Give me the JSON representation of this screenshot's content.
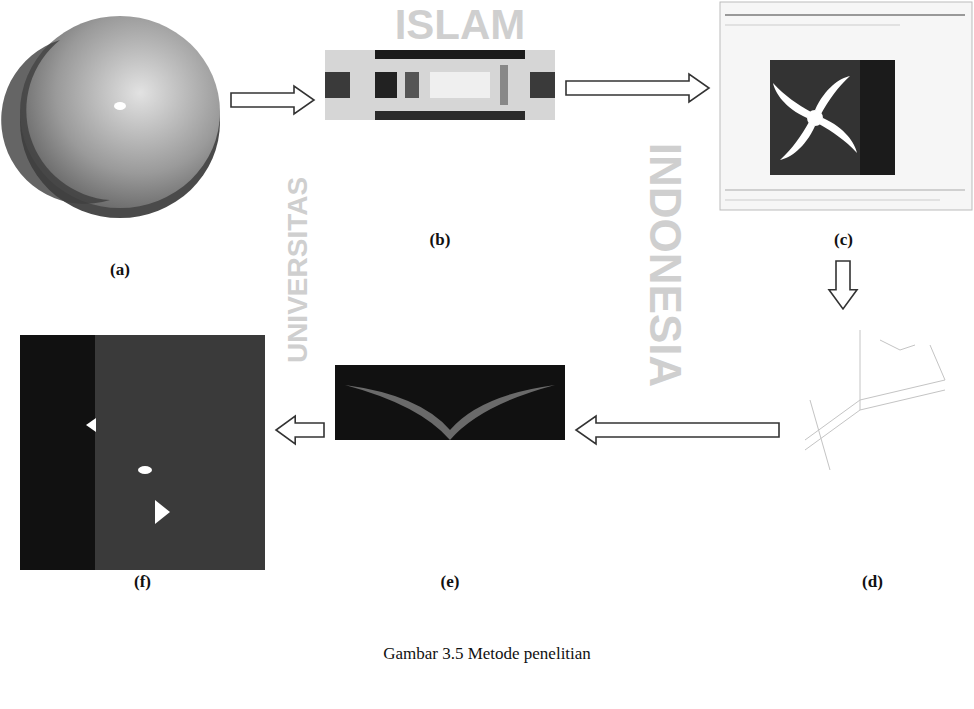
{
  "diagram": {
    "caption": "Gambar 3.5 Metode penelitian",
    "nodes": [
      {
        "text": [
          "(a)"
        ]
      },
      {
        "text": [
          "(b)"
        ]
      },
      {
        "text": [
          "(c)"
        ]
      },
      {
        "text": [
          "(d)"
        ]
      },
      {
        "text": [
          "(e)"
        ]
      },
      {
        "text": [
          "(f)"
        ]
      }
    ],
    "edges": [
      {
        "from": 0,
        "to": 1,
        "arrow": "to"
      },
      {
        "from": 1,
        "to": 2,
        "arrow": "to"
      },
      {
        "from": 2,
        "to": 3,
        "arrow": "to"
      },
      {
        "from": 3,
        "to": 4,
        "arrow": "to"
      },
      {
        "from": 4,
        "to": 5,
        "arrow": "to"
      }
    ],
    "labels": [
      "ISLAM",
      "UNIVERSITAS",
      "INDONESIA"
    ]
  }
}
